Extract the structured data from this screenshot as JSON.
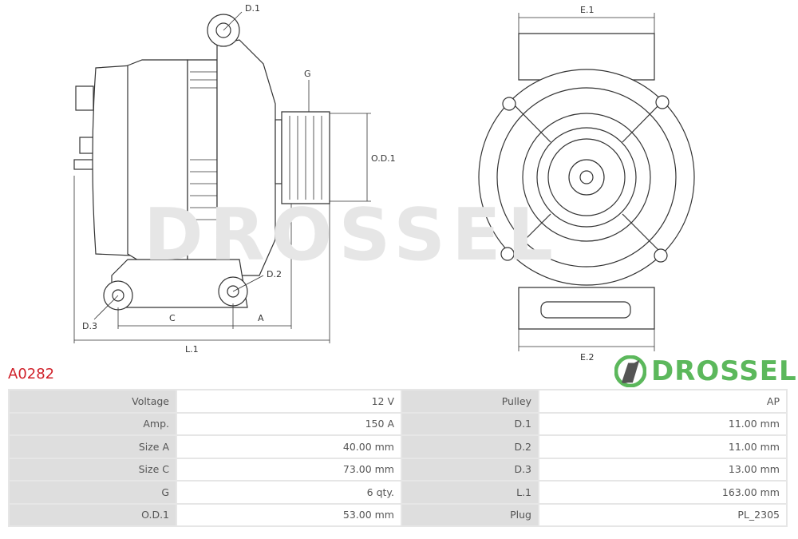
{
  "drawing": {
    "labels": {
      "d1": "D.1",
      "g": "G",
      "od1": "O.D.1",
      "d2": "D.2",
      "d3": "D.3",
      "c": "C",
      "a": "A",
      "l1": "L.1",
      "e1": "E.1",
      "e2": "E.2"
    },
    "watermark": "DROSSEL"
  },
  "part_number": "A0282",
  "specs": [
    {
      "label": "Voltage",
      "value": "12 V",
      "label2": "Pulley",
      "value2": "AP"
    },
    {
      "label": "Amp.",
      "value": "150 A",
      "label2": "D.1",
      "value2": "11.00 mm"
    },
    {
      "label": "Size A",
      "value": "40.00 mm",
      "label2": "D.2",
      "value2": "11.00 mm"
    },
    {
      "label": "Size C",
      "value": "73.00 mm",
      "label2": "D.3",
      "value2": "13.00 mm"
    },
    {
      "label": "G",
      "value": "6 qty.",
      "label2": "L.1",
      "value2": "163.00 mm"
    },
    {
      "label": "O.D.1",
      "value": "53.00 mm",
      "label2": "Plug",
      "value2": "PL_2305"
    }
  ],
  "logo": {
    "text": "DROSSEL",
    "color": "#5cb85c"
  },
  "colors": {
    "title": "#d0212a"
  }
}
